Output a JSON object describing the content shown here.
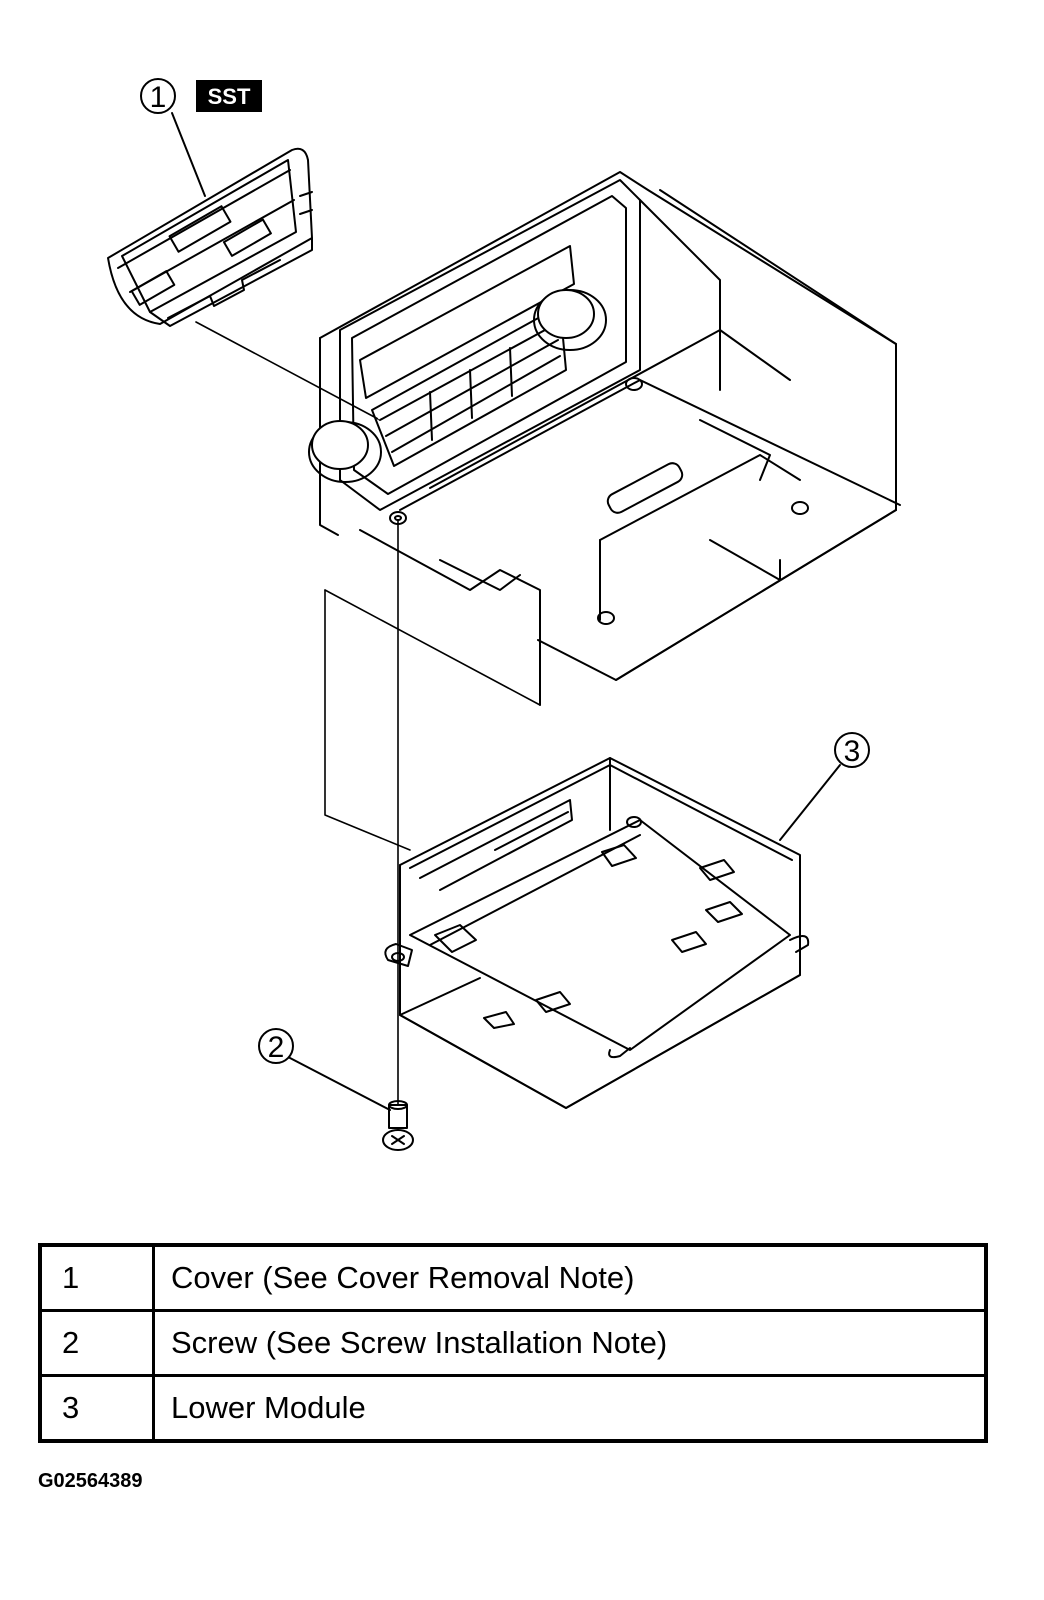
{
  "callouts": {
    "c1": "1",
    "c2": "2",
    "c3": "3",
    "sst": "SST"
  },
  "parts": [
    {
      "num": "1",
      "desc": "Cover (See Cover Removal Note)"
    },
    {
      "num": "2",
      "desc": "Screw (See Screw Installation Note)"
    },
    {
      "num": "3",
      "desc": "Lower Module"
    }
  ],
  "figure_id": "G02564389"
}
